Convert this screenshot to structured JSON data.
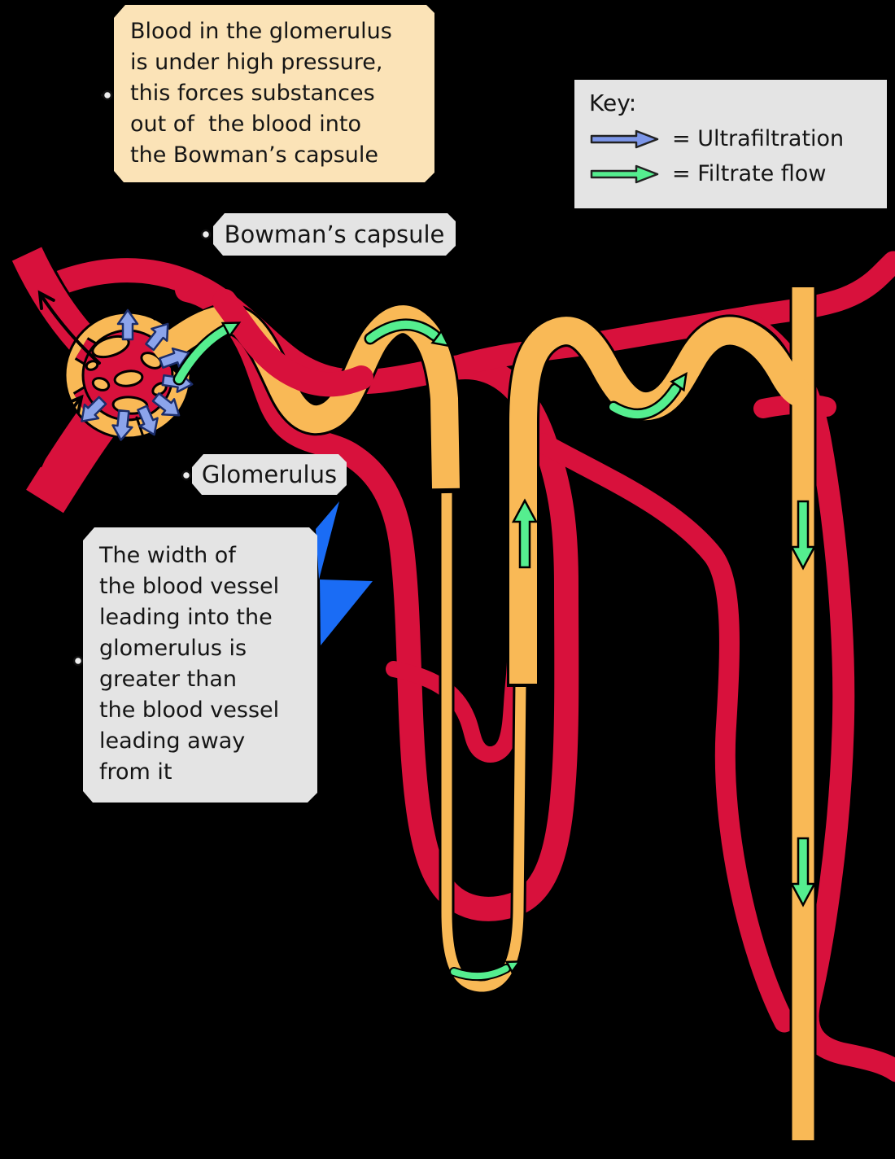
{
  "notes": {
    "pressure": {
      "text": "Blood in the glomerulus\nis under high pressure,\nthis forces substances\nout of  the blood into\nthe Bowman’s capsule"
    },
    "vessel_width": {
      "text": "The width of\nthe blood vessel\nleading into the\nglomerulus is\ngreater than\nthe blood vessel\nleading away\nfrom it"
    }
  },
  "labels": {
    "bowmans_capsule": "Bowman’s capsule",
    "glomerulus": "Glomerulus"
  },
  "key": {
    "title": "Key:",
    "items": [
      {
        "name": "ultrafiltration-arrow",
        "color": "#7C96E8",
        "label": "= Ultrafiltration"
      },
      {
        "name": "filtrate-flow-arrow",
        "color": "#55EE8F",
        "label": "= Filtrate flow"
      }
    ]
  },
  "colors": {
    "background": "#000000",
    "blood_vessel_red": "#D8113C",
    "tubule_orange": "#F9B956",
    "ultrafiltration_blue": "#8CA4EB",
    "filtrate_green": "#55EE8F",
    "note_peach": "#FBE3B7",
    "label_gray": "#E4E4E4",
    "logo_bolt_blue": "#1A6CF5"
  }
}
